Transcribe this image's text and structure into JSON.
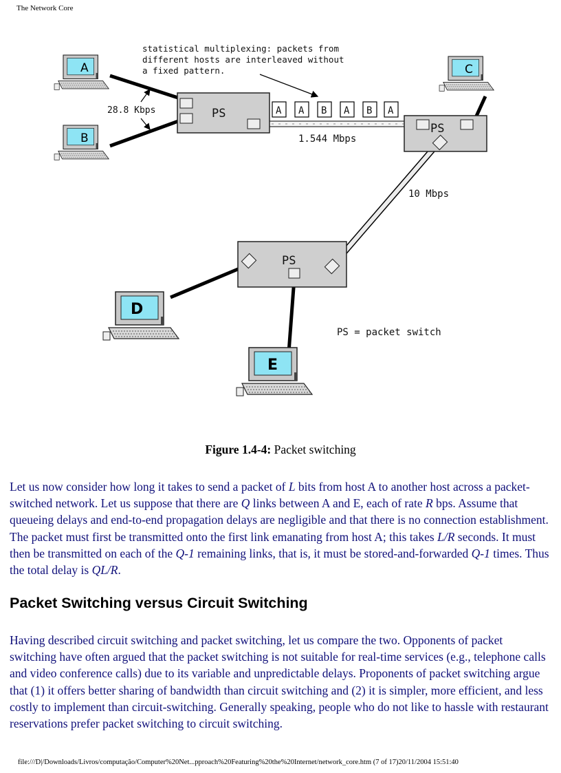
{
  "running_head": "The Network Core",
  "figure": {
    "note_lines": [
      "statistical multiplexing: packets from",
      "different hosts are interleaved without",
      "a fixed pattern."
    ],
    "hosts": {
      "a": "A",
      "b": "B",
      "c": "C",
      "d": "D",
      "e": "E"
    },
    "switch_label": "PS",
    "packets": [
      "A",
      "A",
      "B",
      "A",
      "B",
      "A"
    ],
    "rate_access": "28.8 Kbps",
    "rate_trunk": "1.544 Mbps",
    "rate_fast": "10 Mbps",
    "legend": "PS = packet switch"
  },
  "caption": {
    "label": "Figure 1.4-4:",
    "text": "Packet switching"
  },
  "para1": {
    "t1": "Let us now consider how long it takes to send a packet of ",
    "L": "L",
    "t2": " bits from host A to another host  across a packet-switched network. Let us suppose that there are ",
    "Q": "Q",
    "t3": " links between A and E, each of rate ",
    "R": "R",
    "t4": " bps. Assume that queueing delays and end-to-end propagation delays are negligible and that there is no connection establishment. The packet must first be transmitted onto the first link emanating from host A; this takes ",
    "LR": "L/R",
    "t5": " seconds. It must then be transmitted on each of the ",
    "Q1a": "Q-1",
    "t6": " remaining links, that is, it must be stored-and-forwarded ",
    "Q1b": "Q-1",
    "t7": " times. Thus the total delay is ",
    "QLR": "QL/R",
    "t8": "."
  },
  "heading": "Packet Switching versus Circuit Switching",
  "para2": "Having described circuit switching and packet switching, let us compare the two. Opponents of packet switching have often argued that the packet switching is not suitable for real-time services (e.g., telephone calls and video conference calls) due to its variable and unpredictable delays. Proponents of packet switching argue that (1) it offers better sharing of bandwidth than circuit switching and (2) it is simpler, more efficient, and less costly to implement than circuit-switching. Generally speaking, people who do not like to hassle with restaurant reservations  prefer packet switching to circuit switching.",
  "footer": "file:///D|/Downloads/Livros/computação/Computer%20Net...pproach%20Featuring%20the%20Internet/network_core.htm (7 of 17)20/11/2004 15:51:40"
}
